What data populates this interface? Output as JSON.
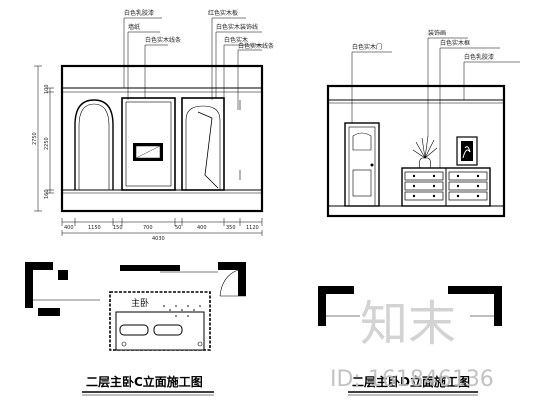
{
  "elevation_c": {
    "annotations": [
      "白色乳胶漆",
      "墙纸",
      "白色实木线条",
      "红色实木板",
      "白色实木装饰线",
      "白色实木",
      "白色实木线条"
    ],
    "dims_vertical": [
      "2750",
      "100",
      "2250",
      "160"
    ],
    "dims_horizontal": [
      "400",
      "1150",
      "150",
      "700",
      "50",
      "400",
      "350",
      "1120"
    ],
    "dim_total": "4030"
  },
  "elevation_d": {
    "annotations": [
      "白色实木门",
      "装饰画",
      "白色实木框",
      "白色乳胶漆"
    ]
  },
  "plan_room_label": "主卧",
  "caption_left": "二层主卧C立面施工图",
  "caption_right": "二层主卧D立面施工图",
  "watermark": {
    "text": "知末",
    "id": "ID: 161846136"
  }
}
